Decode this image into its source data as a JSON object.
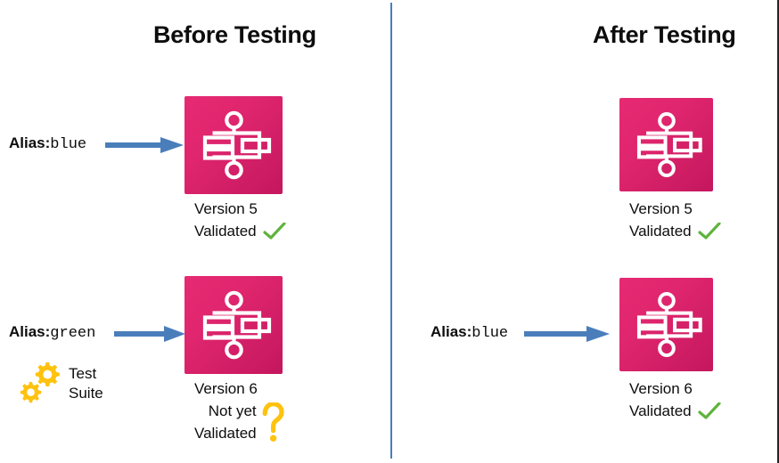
{
  "panels": {
    "before": {
      "title": "Before Testing"
    },
    "after": {
      "title": "After Testing"
    }
  },
  "labels": {
    "alias_word": "Alias:",
    "alias_blue": "blue",
    "alias_green": "green",
    "version5": "Version 5",
    "version6": "Version 6",
    "validated": "Validated",
    "not_yet": "Not yet",
    "test": "Test",
    "suite": "Suite"
  },
  "icons": {
    "service": "state-machine-icon",
    "check": "green-check-icon",
    "question": "yellow-question-icon",
    "gears": "gears-icon",
    "arrow": "arrow-right-icon"
  },
  "colors": {
    "icon_pink_light": "#e62a73",
    "icon_pink_dark": "#c4175e",
    "arrow_blue": "#4a7ebb",
    "divider_blue": "#4a7ebb",
    "check_green": "#5fb33c",
    "question_yellow": "#ffc20e",
    "gear_yellow": "#ffc20e",
    "text_black": "#0d0d0d"
  }
}
